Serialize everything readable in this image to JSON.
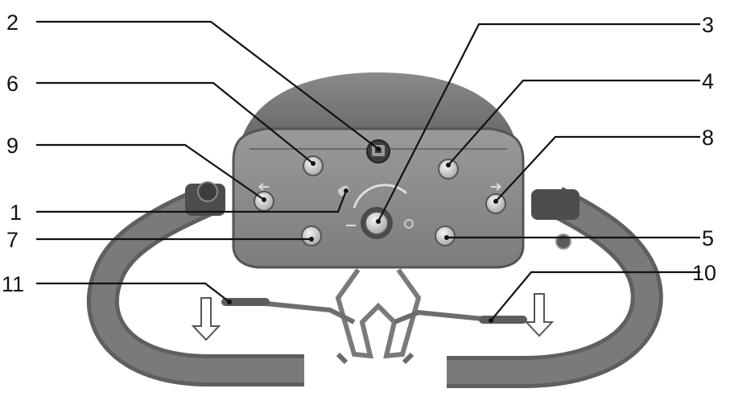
{
  "callouts": [
    {
      "id": "1",
      "label": "1"
    },
    {
      "id": "2",
      "label": "2"
    },
    {
      "id": "3",
      "label": "3"
    },
    {
      "id": "4",
      "label": "4"
    },
    {
      "id": "5",
      "label": "5"
    },
    {
      "id": "6",
      "label": "6"
    },
    {
      "id": "7",
      "label": "7"
    },
    {
      "id": "8",
      "label": "8"
    },
    {
      "id": "9",
      "label": "9"
    },
    {
      "id": "10",
      "label": "10"
    },
    {
      "id": "11",
      "label": "11"
    }
  ],
  "colors": {
    "handlebar": "#6e6e6e",
    "console": "#7a7a7a",
    "panel": "#8d8d8d",
    "button": "#d9d9d9",
    "leader": "#111111"
  }
}
